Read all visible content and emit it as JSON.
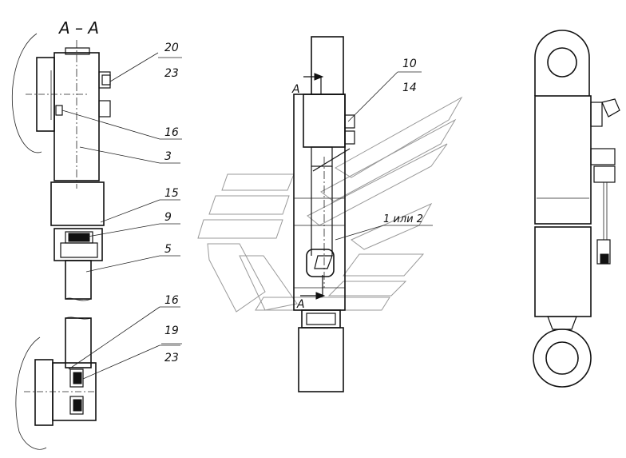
{
  "drawing": {
    "section_title": "A – A",
    "section_marker_top": "A",
    "section_marker_bottom": "A",
    "callouts": {
      "c20": "20",
      "c23a": "23",
      "c16a": "16",
      "c3": "3",
      "c15": "15",
      "c9": "9",
      "c5": "5",
      "c16b": "16",
      "c19": "19",
      "c23b": "23",
      "c10": "10",
      "c14": "14",
      "c1or2": "1 или 2"
    }
  },
  "colors": {
    "ink": "#111111",
    "watermark": "#9a9a9a",
    "paper": "#ffffff"
  }
}
